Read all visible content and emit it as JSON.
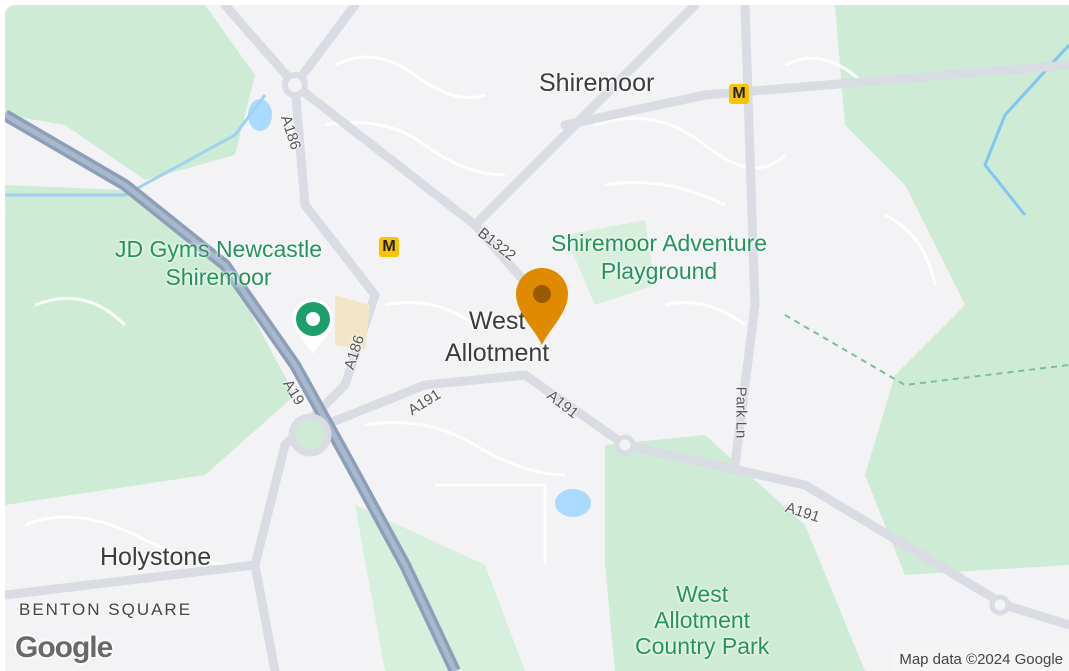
{
  "map": {
    "places": {
      "shiremoor": "Shiremoor",
      "west_allotment": "West\nAllotment",
      "holystone": "Holystone",
      "benton_square": "BENTON SQUARE"
    },
    "pois": {
      "gym": "JD Gyms Newcastle\nShiremoor",
      "adventure_playground": "Shiremoor Adventure\nPlayground",
      "country_park": "West\nAllotment\nCountry Park"
    },
    "roads": {
      "a186_north": "A186",
      "a186_south": "A186",
      "a19": "A19",
      "b1322": "B1322",
      "a191_west": "A191",
      "a191_mid": "A191",
      "a191_east": "A191",
      "park_ln": "Park Ln"
    },
    "metro_symbol": "M",
    "attribution": "Map data ©2024 Google",
    "logo": "Google",
    "colors": {
      "land": "#f3f3f6",
      "green": "#cdebd5",
      "water": "#aadaff",
      "motorway": "#8c9fb8",
      "main_road": "#d9dce3",
      "marker": "#e08a00",
      "poi_pin": "#1e9e6a"
    },
    "icons": {
      "location_marker": "map-pin-icon",
      "poi": "gym-pin-icon",
      "metro": "metro-station-icon"
    }
  }
}
